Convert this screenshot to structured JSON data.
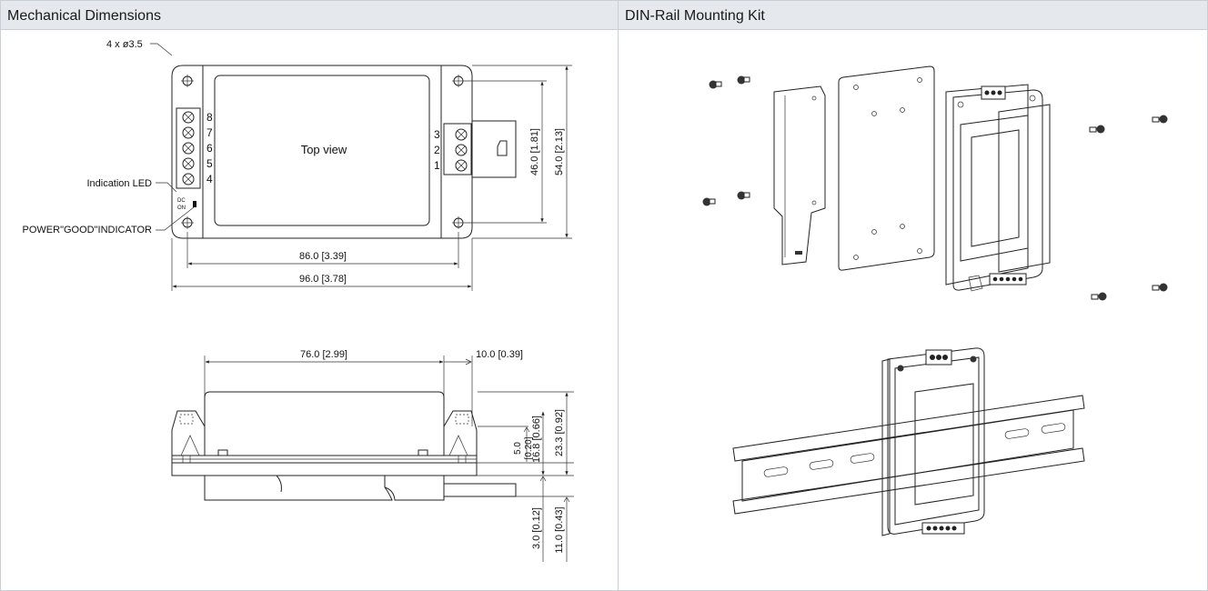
{
  "panels": {
    "mechanical": {
      "title": "Mechanical Dimensions",
      "top_view": {
        "hole_label": "4 x ø3.5",
        "center_label": "Top view",
        "left_terminal_numbers": [
          "8",
          "7",
          "6",
          "5",
          "4"
        ],
        "right_terminal_numbers": [
          "3",
          "2",
          "1"
        ],
        "led_label": "Indication LED",
        "power_label": "POWER\"GOOD\"INDICATOR",
        "led_marks": [
          "DC",
          "ON"
        ],
        "dim_hole_width": "86.0 [3.39]",
        "dim_total_width": "96.0 [3.78]",
        "dim_hole_height": "46.0 [1.81]",
        "dim_total_height": "54.0 [2.13]"
      },
      "side_view": {
        "dim_body_length": "76.0 [2.99]",
        "dim_end_length": "10.0 [0.39]",
        "dim_flange_a": "5.0",
        "dim_flange_b": "[0.20]",
        "dim_height_mid": "16.8 [0.66]",
        "dim_height_total": "23.3 [0.92]",
        "dim_base": "3.0 [0.12]",
        "dim_rail": "11.0 [0.43]"
      }
    },
    "din_rail": {
      "title": "DIN-Rail Mounting Kit"
    }
  }
}
